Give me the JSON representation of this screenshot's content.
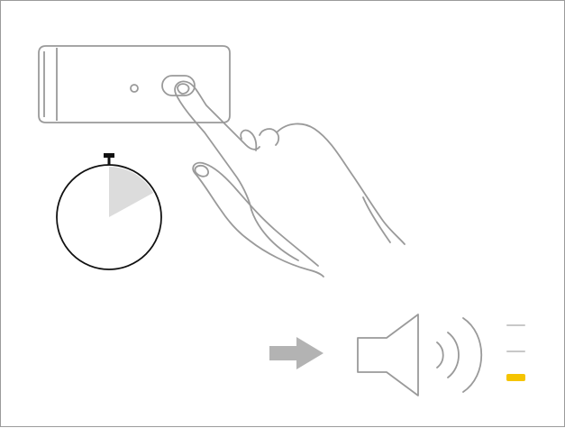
{
  "illustration": {
    "device": "speaker-device",
    "gesture": "press-and-hold-button",
    "timer_icon": "stopwatch-icon",
    "timer_elapsed_fraction": 0.17,
    "arrow_icon": "right-arrow-icon",
    "sound_icon": "speaker-sound-icon",
    "level_indicator": {
      "total": 3,
      "lit": 1,
      "lit_color": "#f5c400",
      "unlit_color": "#c8c8c8"
    },
    "colors": {
      "outline": "#9a9a9a",
      "dark_outline": "#111111",
      "arrow": "#b3b3b3",
      "timer_fill": "#dcdcdc",
      "border": "#9b9b9b"
    }
  }
}
